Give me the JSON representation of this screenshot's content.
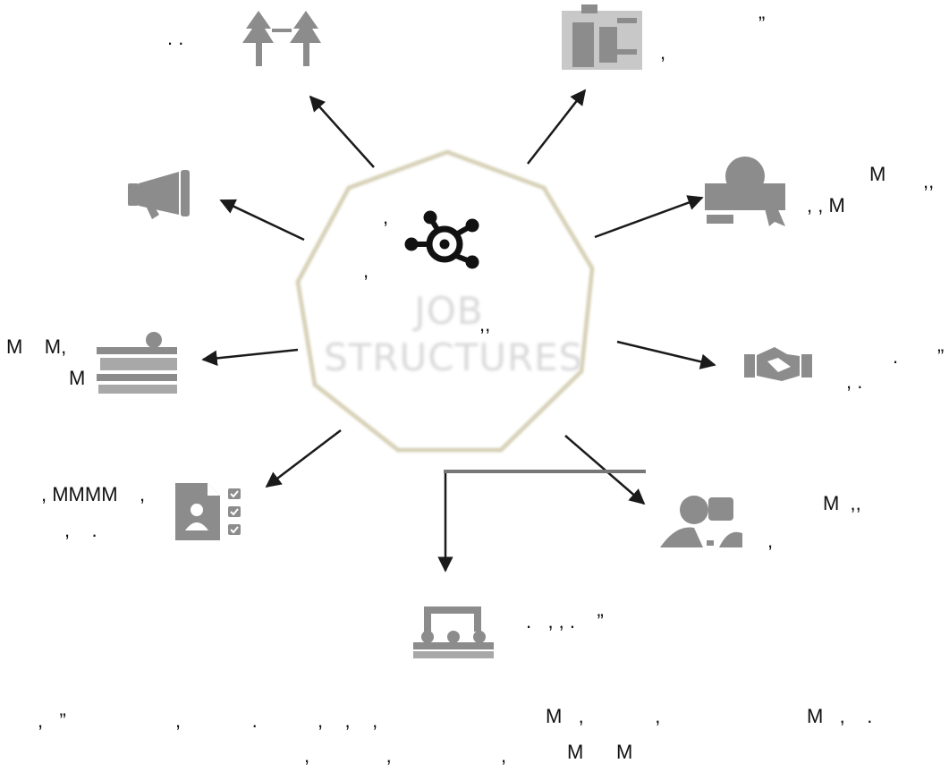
{
  "hub": {
    "title_line1": "JOB",
    "title_line2": "STRUCTURES"
  },
  "colors": {
    "hub_border": "#d8d2b8",
    "arrow": "#1a1a1a",
    "icon_gray": "#8c8c8c",
    "hub_icon": "#111111"
  },
  "icons": [
    "hub-network-icon",
    "tree-icon",
    "org-chart-icon",
    "megaphone-icon",
    "certificate-icon",
    "team-settings-icon",
    "handshake-icon",
    "resume-checklist-icon",
    "interview-icon",
    "meeting-presentation-icon"
  ],
  "labels": {
    "t1": ". .",
    "t2": "”",
    "t3": ",",
    "t4": "M",
    "t5": ",,",
    "t6": ", , M",
    "t7": "”",
    "t8": ".",
    "t9": ", .",
    "t10": "M    M,",
    "t11": "M",
    "t12": ", MMMM    ,",
    "t13": ",    .",
    "t14": "M  ,,",
    "t15": ",",
    "t16": ".   , , .    ”",
    "t17": ",   ”                    ,             .           ,    ,    ,",
    "t18": "M   ,             ,",
    "t19": "M   ,    .",
    "t20": ",              ,                    ,",
    "t21": "M      M",
    "t22": ",",
    "t23": ",",
    "t24": ",,"
  }
}
